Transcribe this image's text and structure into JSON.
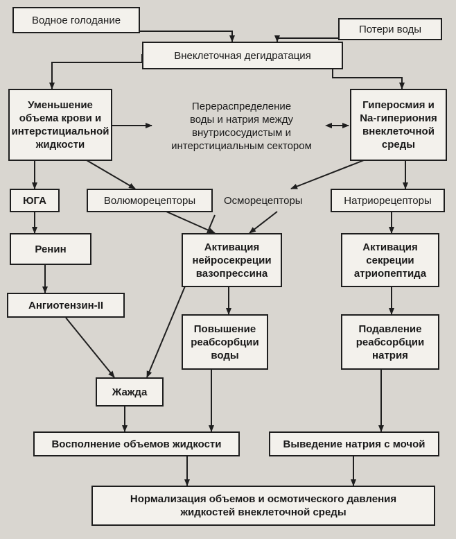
{
  "nodes": {
    "water_starvation": "Водное голодание",
    "water_loss": "Потери воды",
    "extracellular_dehydration": "Внеклеточная дегидратация",
    "blood_volume_decrease": "Уменьшение\nобъема крови и\nинтерстициальной\nжидкости",
    "redistribution": "Перераспределение\nводы и натрия между\nвнутрисосудистым и\nинтерстициальным сектором",
    "hyperosmia": "Гиперосмия и\nNa-гипериония\nвнеклеточной\nсреды",
    "yuga": "ЮГА",
    "volume_receptors": "Волюморецепторы",
    "osmoreceptors": "Осморецепторы",
    "natrium_receptors": "Натриорецепторы",
    "renin": "Ренин",
    "vasopressin_activation": "Активация\nнейросекреции\nвазопрессина",
    "atriopeptide_activation": "Активация\nсекреции\nатриопептида",
    "angiotensin": "Ангиотензин-II",
    "water_reabsorption": "Повышение\nреабсорбции\nводы",
    "sodium_reabsorption_suppression": "Подавление\nреабсорбции\nнатрия",
    "thirst": "Жажда",
    "fluid_volume_restoration": "Восполнение объемов жидкости",
    "sodium_excretion": "Выведение натрия с мочой",
    "normalization": "Нормализация объемов и осмотического давления\nжидкостей внеклеточной среды"
  }
}
